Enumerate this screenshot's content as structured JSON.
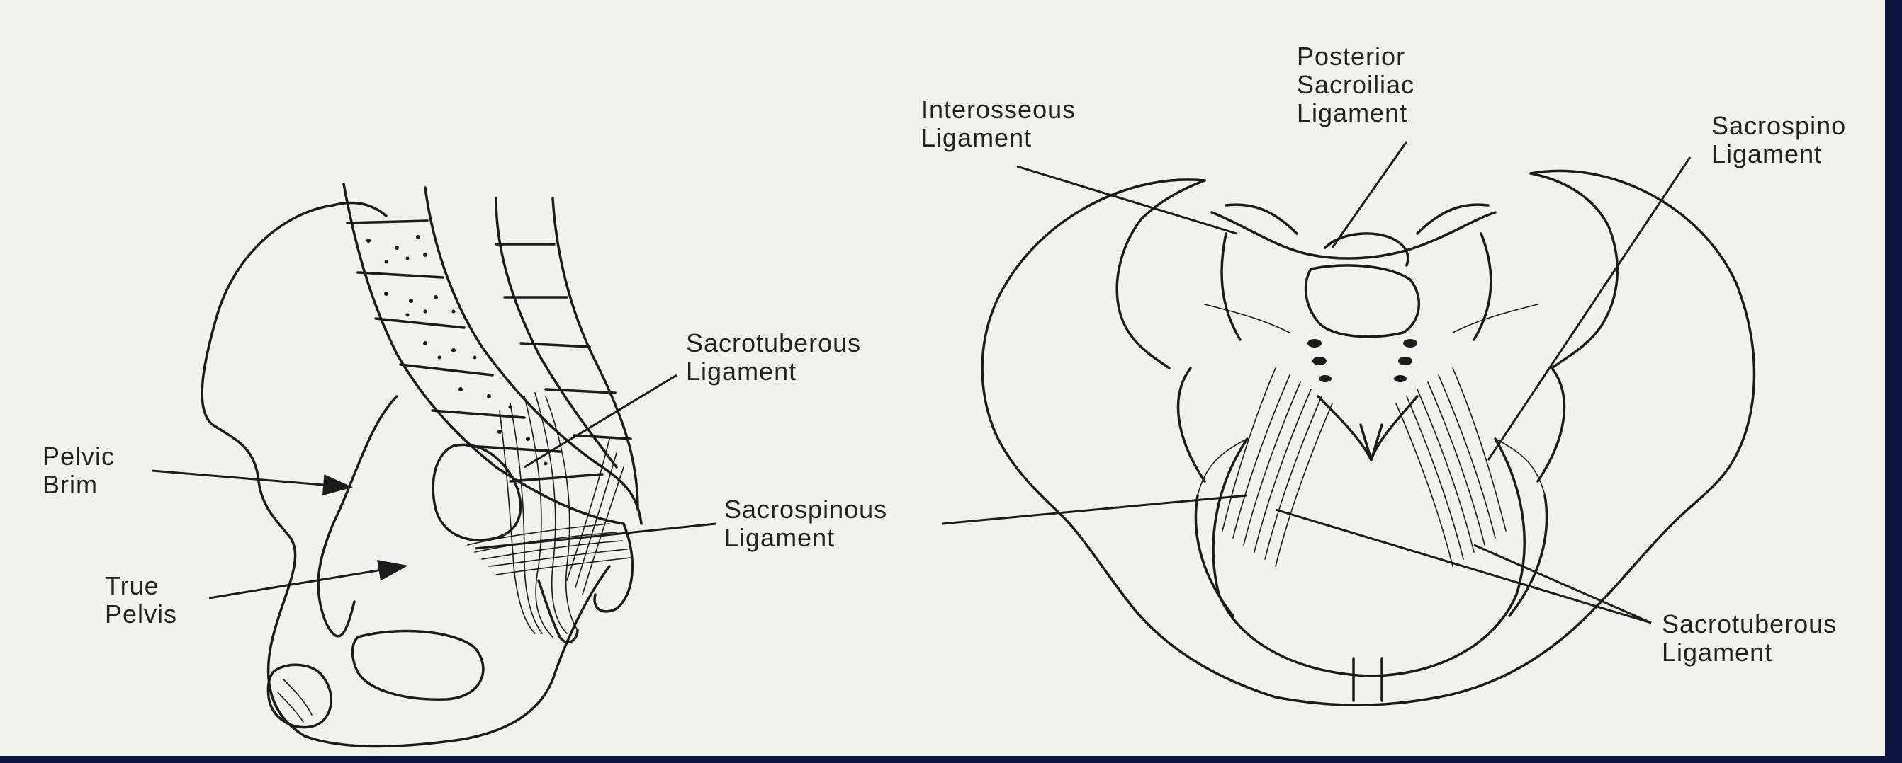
{
  "diagram": {
    "left_view": {
      "labels": {
        "pelvic_brim": [
          "Pelvic",
          "Brim"
        ],
        "true_pelvis": [
          "True",
          "Pelvis"
        ],
        "sacrotuberous": [
          "Sacrotuberous",
          "Ligament"
        ],
        "sacrospinous": [
          "Sacrospinous",
          "Ligament"
        ]
      }
    },
    "right_view": {
      "labels": {
        "interosseous": [
          "Interosseous",
          "Ligament"
        ],
        "posterior_sacroiliac": [
          "Posterior",
          "Sacroiliac",
          "Ligament"
        ],
        "sacrospinous": [
          "Sacrospino",
          "Ligament"
        ],
        "sacrotuberous": [
          "Sacrotuberous",
          "Ligament"
        ]
      }
    }
  }
}
